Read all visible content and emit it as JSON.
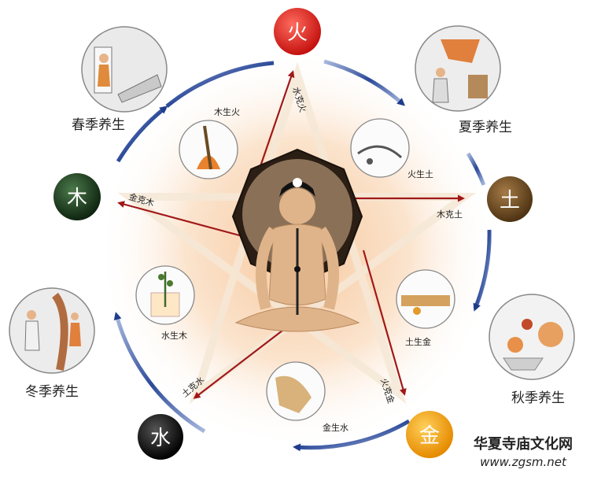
{
  "elements": {
    "fire": {
      "char": "火",
      "color": "#d7191c"
    },
    "earth": {
      "char": "土",
      "color": "#6b4a22"
    },
    "metal": {
      "char": "金",
      "color": "#f2a20c"
    },
    "water": {
      "char": "水",
      "color": "#111111"
    },
    "wood": {
      "char": "木",
      "color": "#1f3d1f"
    }
  },
  "seasons": {
    "spring": "春季养生",
    "summer": "夏季养生",
    "autumn": "秋季养生",
    "winter": "冬季养生"
  },
  "generation_labels": {
    "wood_fire": "木生火",
    "fire_earth": "火生土",
    "earth_metal": "土生金",
    "metal_water": "金生水",
    "water_wood": "水生木"
  },
  "control_labels": {
    "water_fire": "水克火",
    "wood_earth": "木克土",
    "fire_metal": "火克金",
    "earth_water": "土克水",
    "metal_wood": "金克木"
  },
  "watermark": {
    "site_name": "华夏寺庙文化网",
    "url": "www.zgsm.net"
  }
}
